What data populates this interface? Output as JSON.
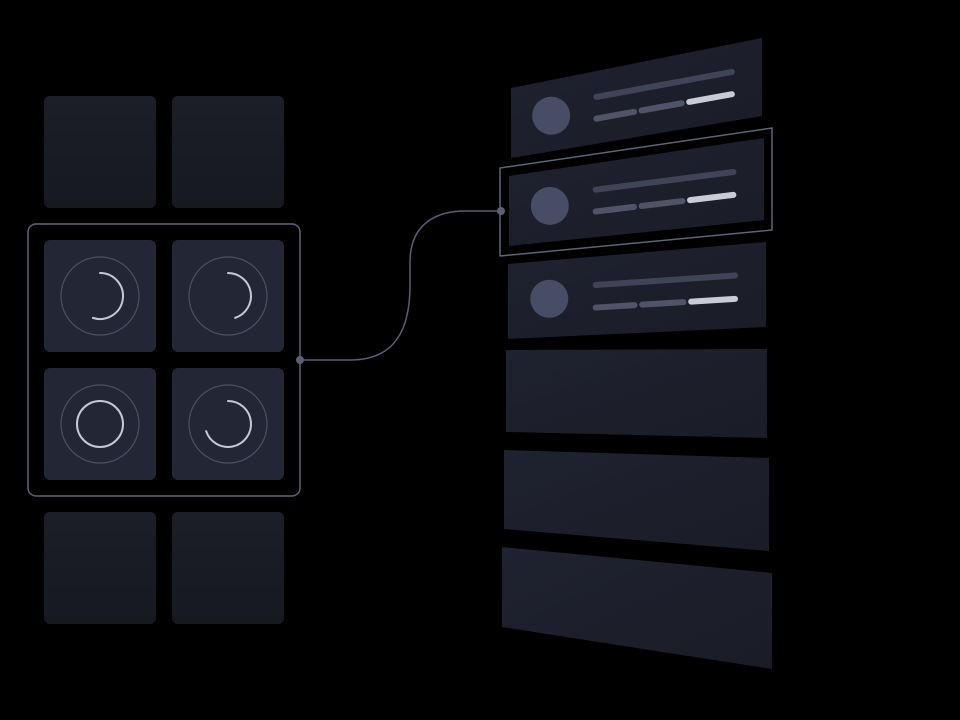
{
  "colors": {
    "background": "#000000",
    "tile": "#1b1d27",
    "tile_active": "#232634",
    "outline": "#5f6478",
    "connector": "#5a5f73",
    "ring_track": "#4b5065",
    "ring_arc": "#c4c8d8",
    "avatar": "#484d66",
    "line_dim": "#3f4458",
    "line_mid": "#4f5468",
    "line_bright": "#c9ccd8",
    "card": "#1c1e28",
    "card_inner": "#242735"
  },
  "left_panel": {
    "tiles": [
      {
        "row": 0,
        "col": 0,
        "kind": "empty"
      },
      {
        "row": 0,
        "col": 1,
        "kind": "empty"
      },
      {
        "row": 1,
        "col": 0,
        "kind": "progress",
        "progress": 0.55
      },
      {
        "row": 1,
        "col": 1,
        "kind": "progress",
        "progress": 0.45
      },
      {
        "row": 2,
        "col": 0,
        "kind": "progress",
        "progress": 1.0
      },
      {
        "row": 2,
        "col": 1,
        "kind": "progress",
        "progress": 0.7
      },
      {
        "row": 3,
        "col": 0,
        "kind": "empty"
      },
      {
        "row": 3,
        "col": 1,
        "kind": "empty"
      }
    ],
    "selection": {
      "from_row": 1,
      "to_row": 2
    }
  },
  "right_panel": {
    "cards": [
      {
        "kind": "profile",
        "selected": false
      },
      {
        "kind": "profile",
        "selected": true
      },
      {
        "kind": "profile",
        "selected": false
      },
      {
        "kind": "blank",
        "selected": false
      },
      {
        "kind": "blank",
        "selected": false
      },
      {
        "kind": "blank",
        "selected": false
      }
    ]
  },
  "connector": {
    "from": "left-selection",
    "to": "selected-card"
  }
}
